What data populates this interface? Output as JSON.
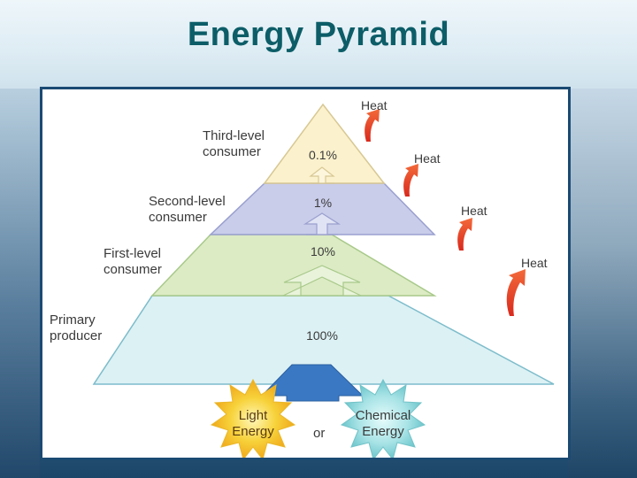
{
  "title": "Energy Pyramid",
  "levels": [
    {
      "label_line1": "Third-level",
      "label_line2": "consumer",
      "percent": "0.1%",
      "color": "#fbf1cc"
    },
    {
      "label_line1": "Second-level",
      "label_line2": "consumer",
      "percent": "1%",
      "color": "#c9cdea"
    },
    {
      "label_line1": "First-level",
      "label_line2": "consumer",
      "percent": "10%",
      "color": "#dcebc4"
    },
    {
      "label_line1": "Primary",
      "label_line2": "producer",
      "percent": "100%",
      "color": "#dcf1f4"
    }
  ],
  "heat_labels": [
    "Heat",
    "Heat",
    "Heat",
    "Heat"
  ],
  "sources": {
    "light_line1": "Light",
    "light_line2": "Energy",
    "or": "or",
    "chemical_line1": "Chemical",
    "chemical_line2": "Energy"
  },
  "colors": {
    "title": "#0c5d67",
    "panel_border": "#1b4a73",
    "arrow_blue": "#3a78c4",
    "heat_arrow": "#e8382e",
    "sun": "#f7d23a",
    "chem": "#8fd9dd"
  }
}
